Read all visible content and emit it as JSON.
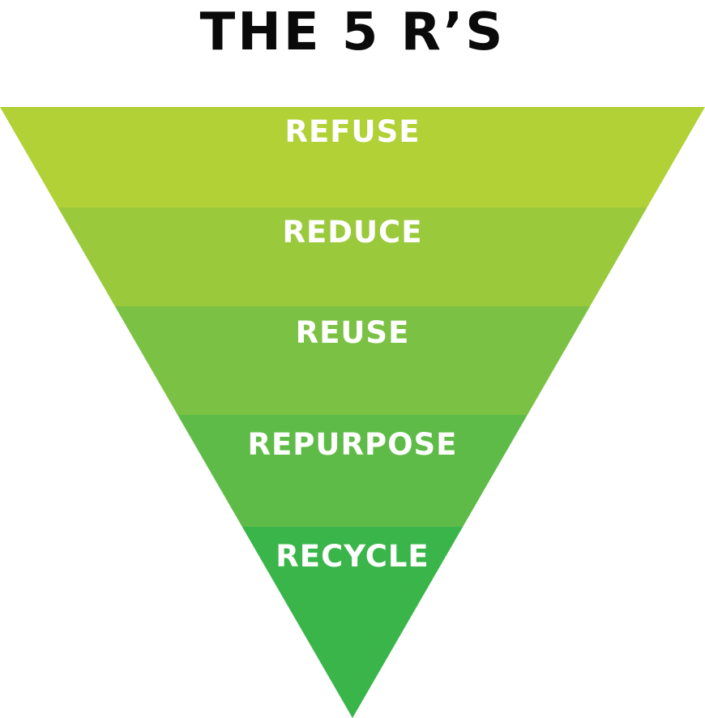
{
  "title": "THE 5 R’S",
  "levels": [
    {
      "label": "REFUSE",
      "color": "#b1d136"
    },
    {
      "label": "REDUCE",
      "color": "#9ac93c"
    },
    {
      "label": "REUSE",
      "color": "#7bc143"
    },
    {
      "label": "REPURPOSE",
      "color": "#5fbb48"
    },
    {
      "label": "RECYCLE",
      "color": "#3ab54a"
    }
  ]
}
